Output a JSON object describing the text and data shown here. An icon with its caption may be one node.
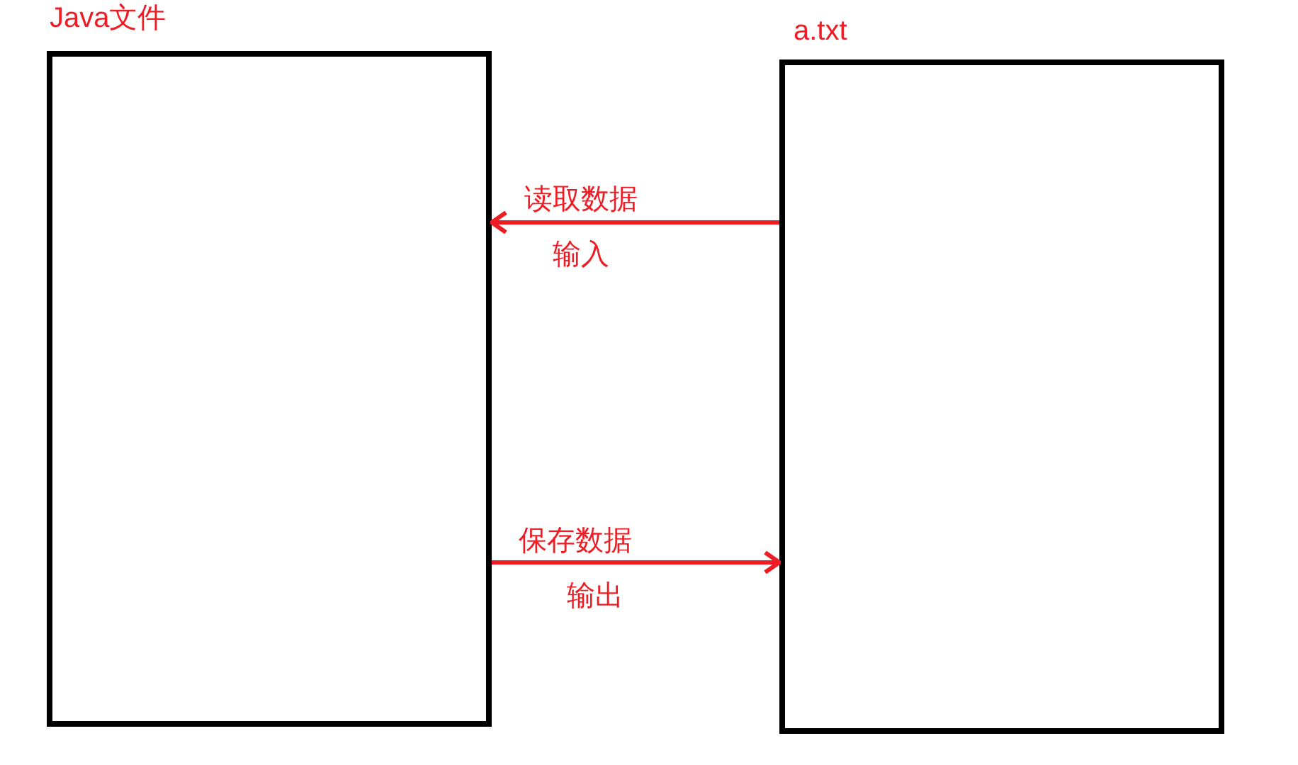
{
  "diagram": {
    "nodes": [
      {
        "text": [
          "Java文件"
        ]
      },
      {
        "text": [
          "a.txt"
        ]
      }
    ],
    "edges": [
      {
        "from": 1,
        "to": 0,
        "arrow": "to",
        "label": "读取数据"
      },
      {
        "from": 0,
        "to": 1,
        "arrow": "to",
        "label": "保存数据"
      }
    ],
    "labels": [
      "输入",
      "输出"
    ]
  }
}
